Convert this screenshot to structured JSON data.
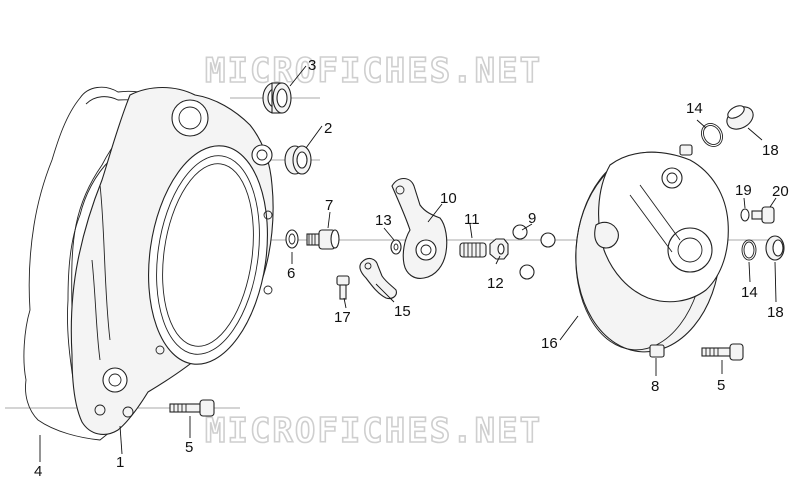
{
  "watermark": {
    "text": "MICROFICHES.NET"
  },
  "callouts": {
    "c1": "1",
    "c2": "2",
    "c3": "3",
    "c4": "4",
    "c5a": "5",
    "c5b": "5",
    "c6": "6",
    "c7": "7",
    "c8": "8",
    "c9": "9",
    "c10": "10",
    "c11": "11",
    "c12": "12",
    "c13": "13",
    "c14a": "14",
    "c14b": "14",
    "c15": "15",
    "c16": "16",
    "c17": "17",
    "c18a": "18",
    "c18b": "18",
    "c19": "19",
    "c20": "20"
  }
}
